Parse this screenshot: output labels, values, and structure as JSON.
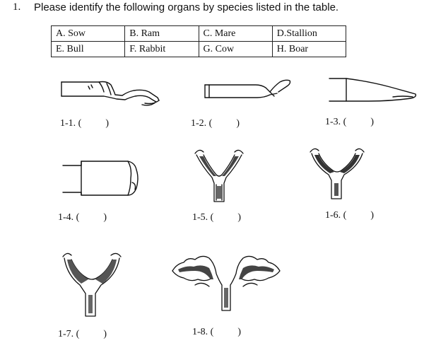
{
  "question": {
    "number": "1.",
    "text": "Please identify the following organs by species listed in the table."
  },
  "species_table": [
    [
      {
        "text": "A. Sow"
      },
      {
        "text": "B. Ram"
      },
      {
        "text": "C. Mare"
      },
      {
        "text": "D.Stallion"
      }
    ],
    [
      {
        "text": "E. Bull"
      },
      {
        "text": "F. Rabbit"
      },
      {
        "text": "G. Cow"
      },
      {
        "text": "H. Boar"
      }
    ]
  ],
  "items": [
    {
      "label": "1-1. (",
      "close": ")"
    },
    {
      "label": "1-2. (",
      "close": ")"
    },
    {
      "label": "1-3. (",
      "close": ")"
    },
    {
      "label": "1-4. (",
      "close": ")"
    },
    {
      "label": "1-5. (",
      "close": ")"
    },
    {
      "label": "1-6. (",
      "close": ")"
    },
    {
      "label": "1-7. (",
      "close": ")"
    },
    {
      "label": "1-8. (",
      "close": ")"
    }
  ]
}
